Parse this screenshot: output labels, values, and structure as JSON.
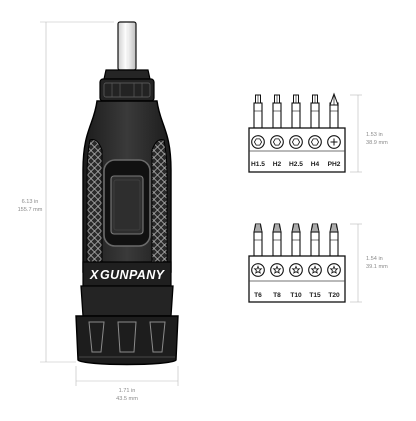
{
  "brand": "GUNPANY",
  "brand_x": "X",
  "dimensions": {
    "height_in": "6.13 in",
    "height_mm": "155.7 mm",
    "width_in": "1.71 in",
    "width_mm": "43.5 mm",
    "set1_in": "1.53 in",
    "set1_mm": "38.9 mm",
    "set2_in": "1.54 in",
    "set2_mm": "39.1 mm"
  },
  "bit_set_1": {
    "labels": [
      "H1.5",
      "H2",
      "H2.5",
      "H4",
      "PH2"
    ]
  },
  "bit_set_2": {
    "labels": [
      "T6",
      "T8",
      "T10",
      "T15",
      "T20"
    ]
  },
  "colors": {
    "body": "#2b2b2b",
    "edge": "#000000",
    "accent": "#4a4a4a"
  }
}
